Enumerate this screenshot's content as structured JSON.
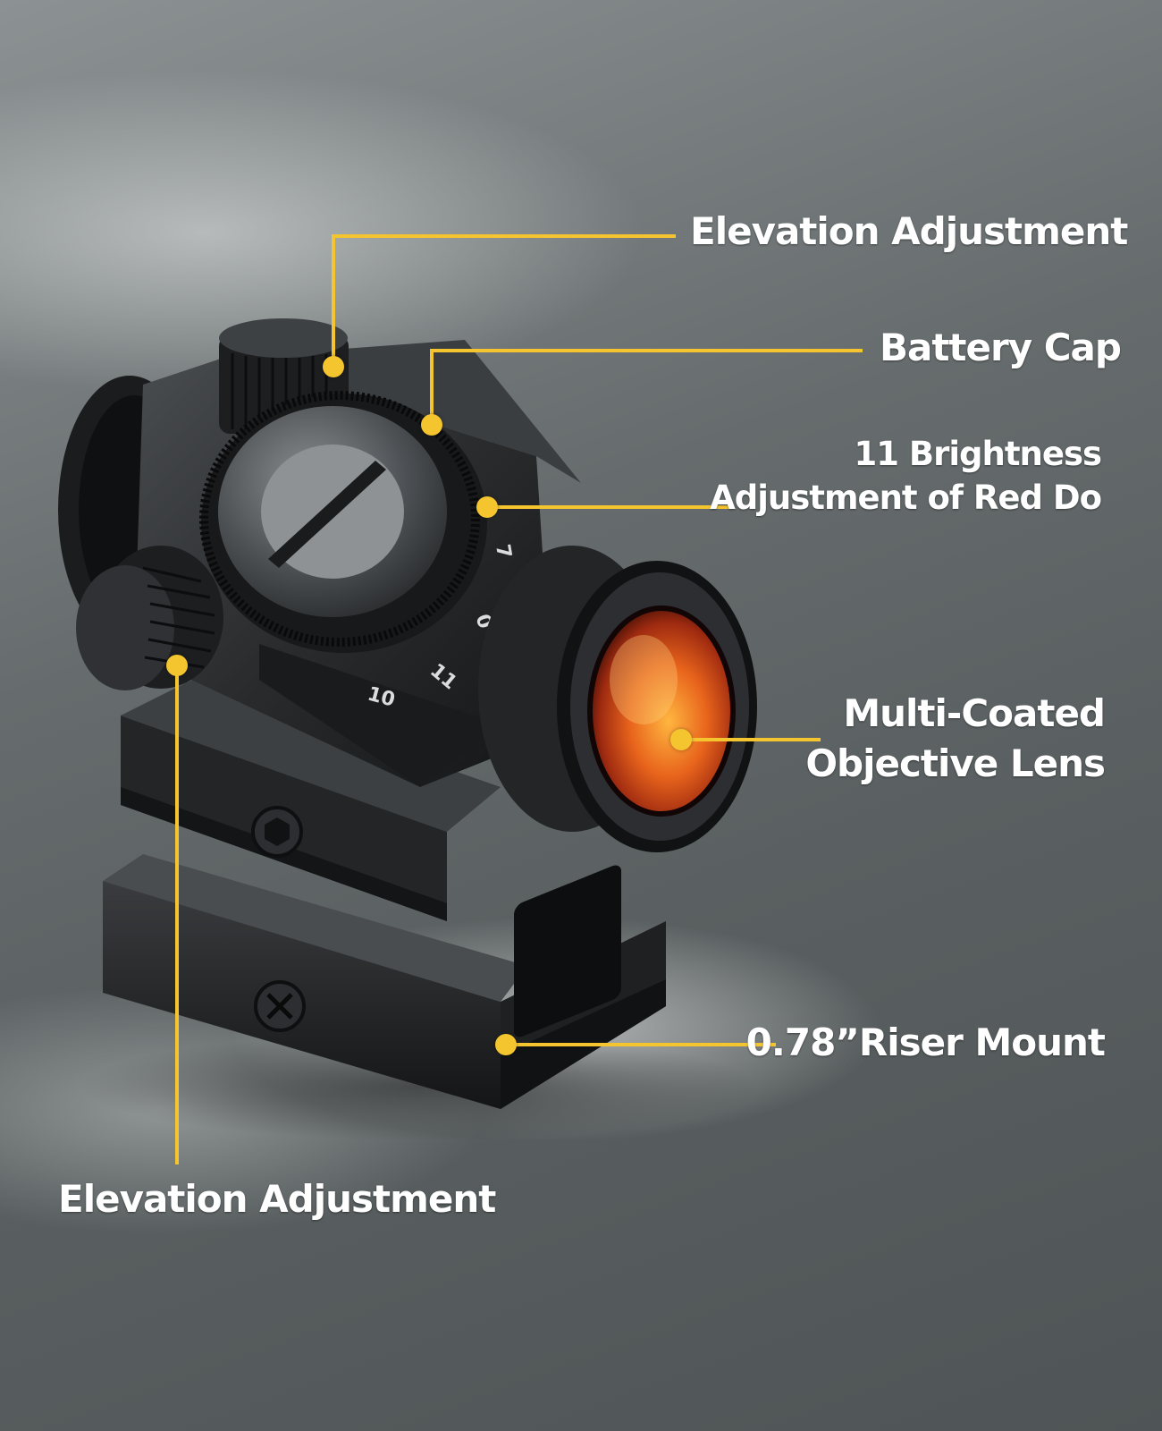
{
  "theme": {
    "accent": "#f5c530",
    "label_color": "#ffffff"
  },
  "callouts": {
    "elevation_top": {
      "text": "Elevation Adjustment"
    },
    "battery_cap": {
      "text": "Battery Cap"
    },
    "brightness": {
      "line1": "11 Brightness",
      "line2": "Adjustment of Red Do"
    },
    "objective_lens": {
      "line1": "Multi-Coated",
      "line2": "Objective Lens"
    },
    "riser_mount": {
      "text": "0.78”Riser Mount"
    },
    "elevation_bottom": {
      "text": "Elevation Adjustment"
    }
  },
  "dial": {
    "markings": [
      "7",
      "0",
      "11",
      "10"
    ]
  }
}
